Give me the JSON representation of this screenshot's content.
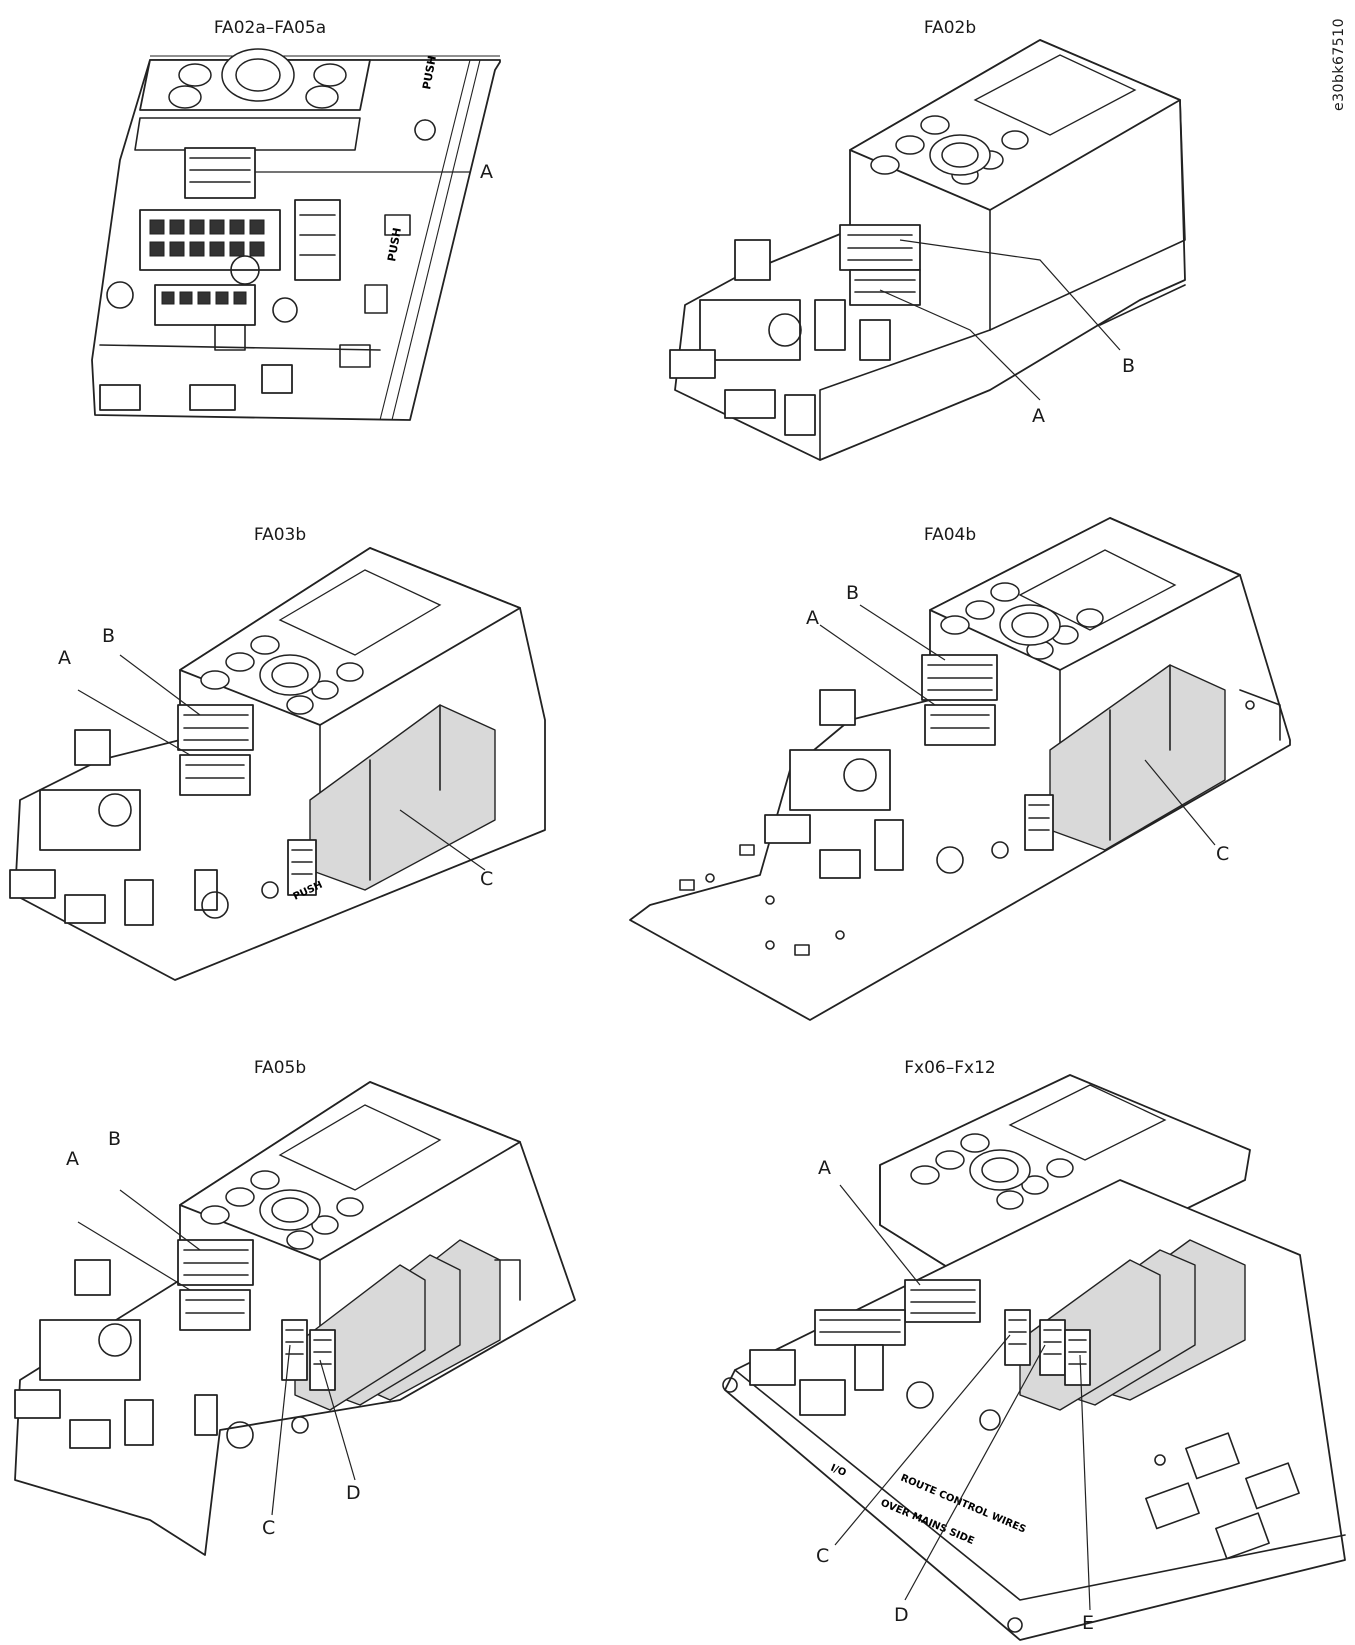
{
  "document_id": "e30bk67510",
  "panels": [
    {
      "id": "p1",
      "title": "FA02a–FA05a",
      "callouts": [
        "A"
      ]
    },
    {
      "id": "p2",
      "title": "FA02b",
      "callouts": [
        "B",
        "A"
      ]
    },
    {
      "id": "p3",
      "title": "FA03b",
      "callouts": [
        "A",
        "B",
        "C"
      ]
    },
    {
      "id": "p4",
      "title": "FA04b",
      "callouts": [
        "A",
        "B",
        "C"
      ]
    },
    {
      "id": "p5",
      "title": "FA05b",
      "callouts": [
        "A",
        "B",
        "C",
        "D"
      ]
    },
    {
      "id": "p6",
      "title": "Fx06–Fx12",
      "callouts": [
        "A",
        "C",
        "D",
        "E"
      ]
    }
  ],
  "device_markings": {
    "push": "PUSH",
    "io": "I/O",
    "route": "ROUTE CONTROL WIRES",
    "over": "OVER MAINS SIDE"
  },
  "colors": {
    "line": "#222222",
    "option_module": "#d9d9d9",
    "background": "#ffffff"
  }
}
